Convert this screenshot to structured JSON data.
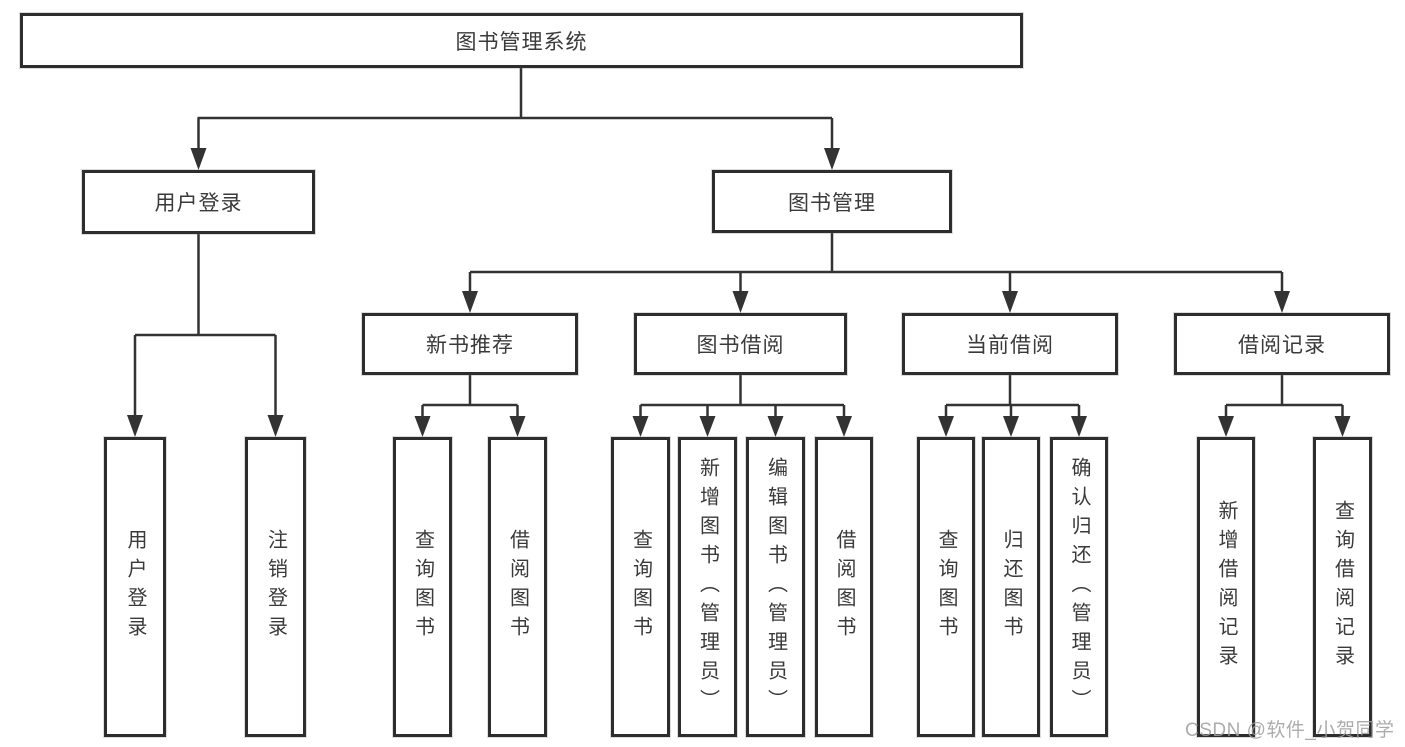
{
  "diagram": {
    "type": "tree",
    "colors": {
      "line": "#333333",
      "box_border": "#2d2d2d",
      "text": "#3a3a3a",
      "watermark": "#9e9e9e",
      "background": "#ffffff"
    }
  },
  "tree": {
    "root": {
      "label": "图书管理系统",
      "children": [
        {
          "label": "用户登录",
          "children": [
            {
              "label": "用户登录"
            },
            {
              "label": "注销登录"
            }
          ]
        },
        {
          "label": "图书管理",
          "children": [
            {
              "label": "新书推荐",
              "children": [
                {
                  "label": "查询图书"
                },
                {
                  "label": "借阅图书"
                }
              ]
            },
            {
              "label": "图书借阅",
              "children": [
                {
                  "label": "查询图书"
                },
                {
                  "label": "新增图书（管理员）"
                },
                {
                  "label": "编辑图书（管理员）"
                },
                {
                  "label": "借阅图书"
                }
              ]
            },
            {
              "label": "当前借阅",
              "children": [
                {
                  "label": "查询图书"
                },
                {
                  "label": "归还图书"
                },
                {
                  "label": "确认归还（管理员）"
                }
              ]
            },
            {
              "label": "借阅记录",
              "children": [
                {
                  "label": "新增借阅记录"
                },
                {
                  "label": "查询借阅记录"
                }
              ]
            }
          ]
        }
      ]
    }
  },
  "watermark": {
    "text": "CSDN @软件_小贺同学"
  }
}
